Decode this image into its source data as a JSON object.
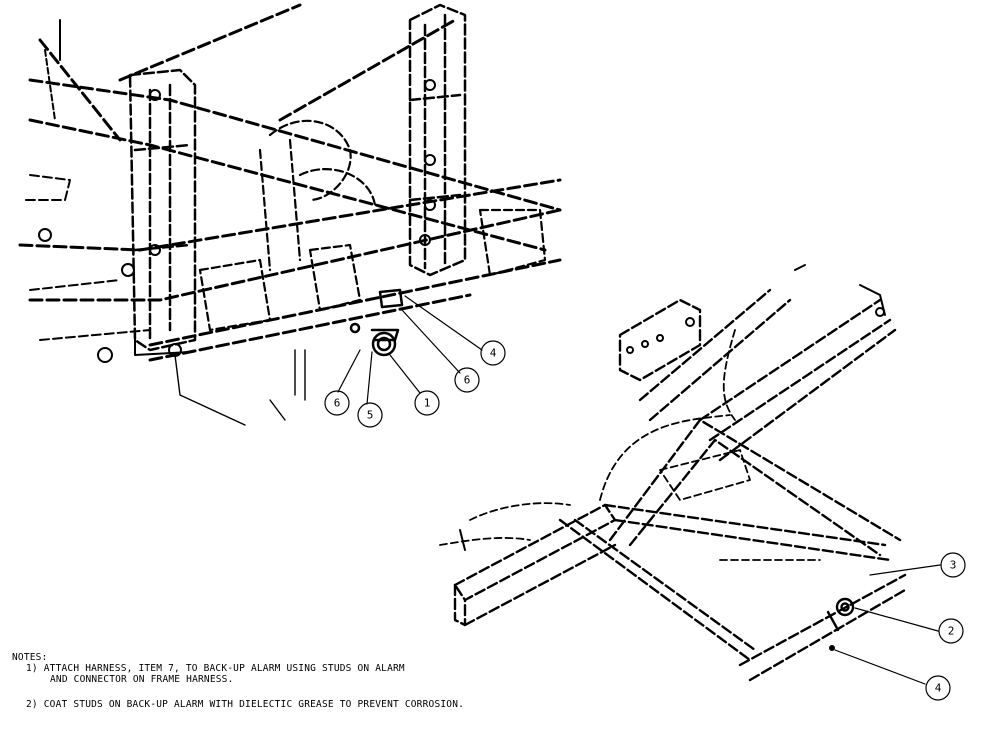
{
  "callouts": {
    "upper_left": [
      "6",
      "5",
      "1",
      "6",
      "4"
    ],
    "lower_right": [
      "3",
      "2",
      "4"
    ]
  },
  "notes": {
    "heading": "NOTES:",
    "note1_line1": "1) ATTACH HARNESS, ITEM 7, TO BACK-UP ALARM USING STUDS ON ALARM",
    "note1_line2": "AND CONNECTOR ON FRAME HARNESS.",
    "note2": "2) COAT STUDS ON BACK-UP ALARM WITH DIELECTIC GREASE TO PREVENT CORROSION."
  },
  "colors": {
    "ink": "#000000",
    "paper": "#ffffff"
  }
}
